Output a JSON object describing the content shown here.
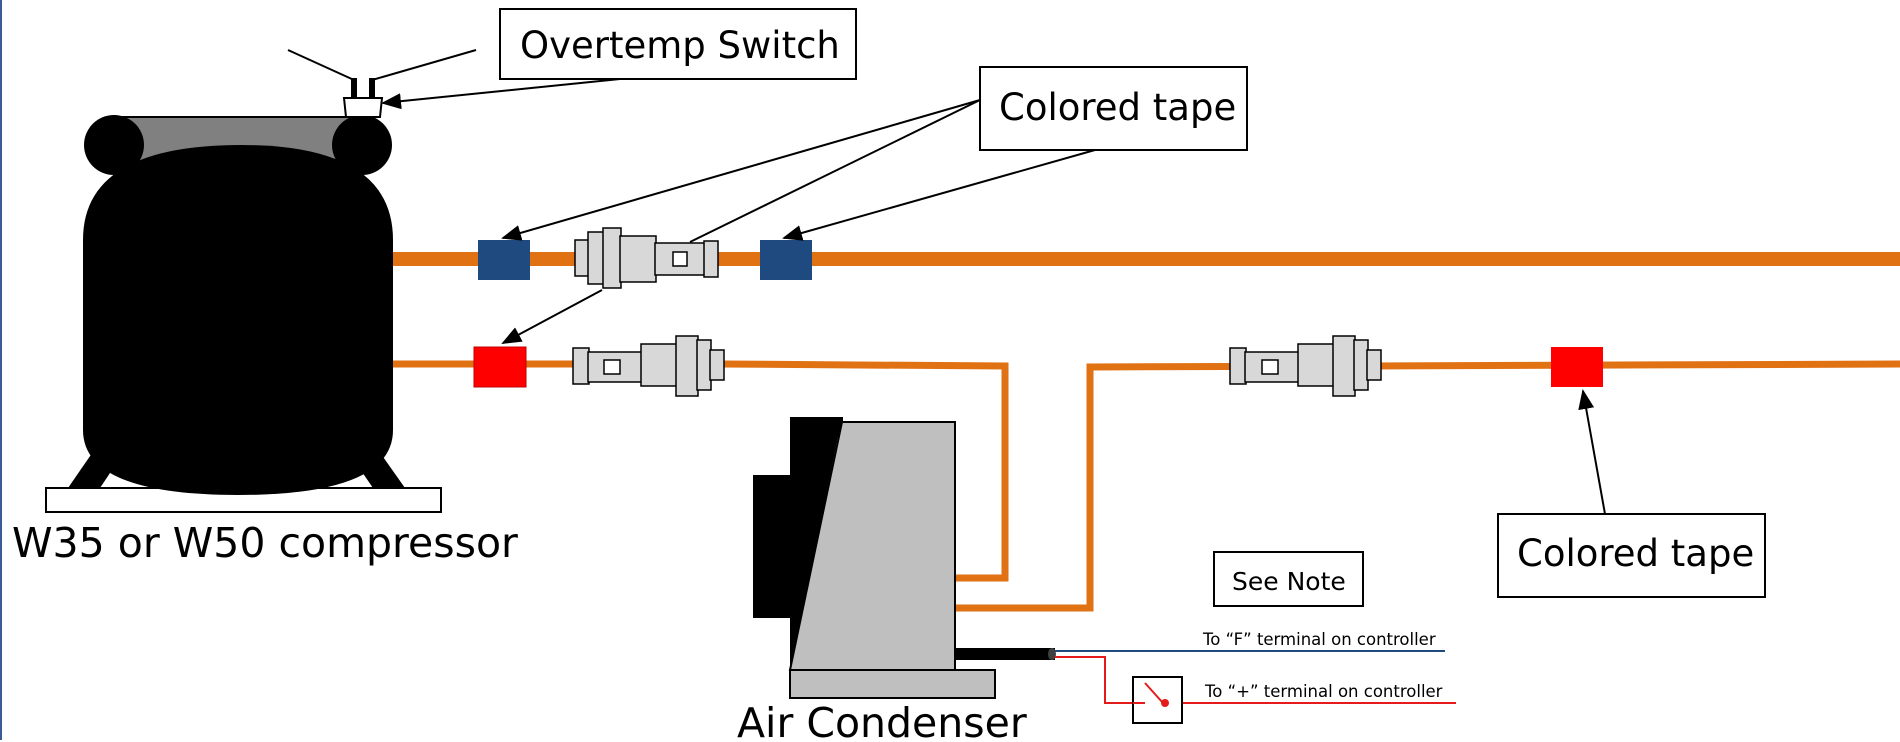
{
  "labels": {
    "overtemp_switch": "Overtemp Switch",
    "colored_tape_top": "Colored tape",
    "colored_tape_bottom": "Colored tape",
    "compressor": "W35 or W50 compressor",
    "air_condenser": "Air Condenser",
    "see_note": "See Note",
    "f_terminal": "To “F” terminal on controller",
    "plus_terminal": "To “+” terminal on controller"
  },
  "colors": {
    "pipe": "#e07214",
    "tape_blue": "#1f4a80",
    "tape_red": "#ff0000",
    "wire_blue": "#1f4a80",
    "wire_red": "#e51b1b",
    "fitting_fill": "#d8d8d8",
    "condenser_gray": "#bfbfbf"
  }
}
